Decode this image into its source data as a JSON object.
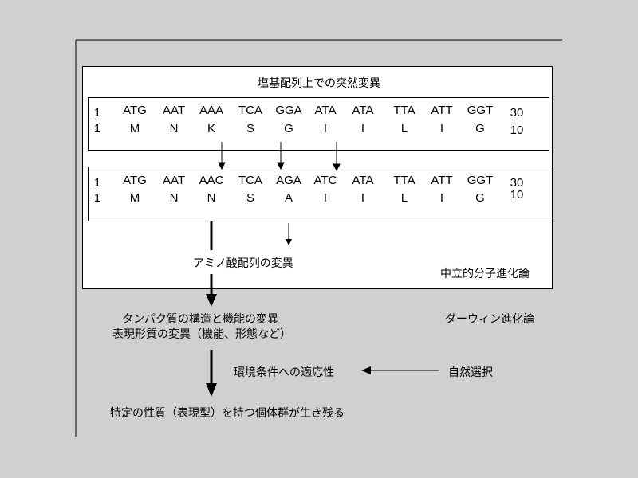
{
  "title": "塩基配列上での突然変異",
  "original": {
    "dna_start": "1",
    "dna_end": "30",
    "codons": [
      "ATG",
      "AAT",
      "AAA",
      "TCA",
      "GGA",
      "ATA",
      "ATA",
      "TTA",
      "ATT",
      "GGT"
    ],
    "aa_start": "1",
    "aa_end": "10",
    "amino_acids": [
      "M",
      "N",
      "K",
      "S",
      "G",
      "I",
      "I",
      "L",
      "I",
      "G"
    ]
  },
  "mutant": {
    "dna_start": "1",
    "dna_end": "30",
    "codons": [
      "ATG",
      "AAT",
      "AAC",
      "TCA",
      "AGA",
      "ATC",
      "ATA",
      "TTA",
      "ATT",
      "GGT"
    ],
    "aa_start": "1",
    "aa_end": "10",
    "amino_acids": [
      "M",
      "N",
      "N",
      "S",
      "A",
      "I",
      "I",
      "L",
      "I",
      "G"
    ]
  },
  "labels": {
    "aa_change": "アミノ酸配列の変異",
    "neutral_theory": "中立的分子進化論",
    "protein_change": "タンパク質の構造と機能の変異",
    "phenotype_change": "表現形質の変異（機能、形態など）",
    "darwin_theory": "ダーウィン進化論",
    "adaptation": "環境条件への適応性",
    "natural_selection": "自然選択",
    "survival": "特定の性質（表現型）を持つ個体群が生き残る"
  }
}
